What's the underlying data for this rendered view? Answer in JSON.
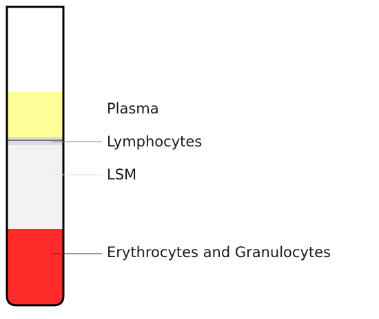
{
  "layers": [
    {
      "key": "plasma",
      "label": "Plasma",
      "color": "#ffff99"
    },
    {
      "key": "lymphocytes",
      "label": "Lymphocytes",
      "color": "#dcdcdc"
    },
    {
      "key": "lsm",
      "label": "LSM",
      "color": "#f2f2f2"
    },
    {
      "key": "erythrocytes_granulocytes",
      "label": "Erythrocytes and Granulocytes",
      "color": "#ff2a2a"
    }
  ],
  "colors": {
    "tube_outline": "#000000",
    "empty": "#ffffff",
    "leader_line": "#888888"
  }
}
